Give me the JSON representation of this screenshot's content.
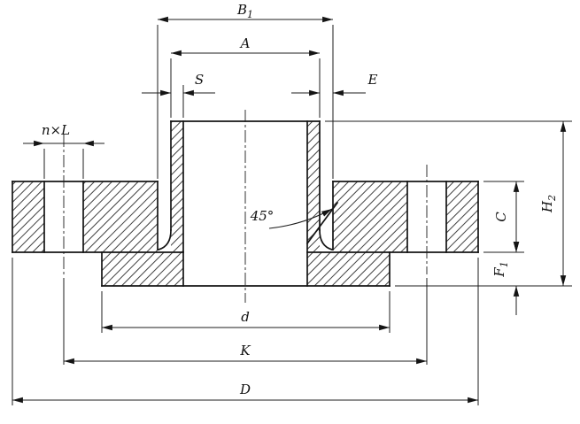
{
  "diagram": {
    "kind": "engineering-drawing",
    "subject": "flange cross-section with dimension callouts",
    "background_color": "#ffffff",
    "line_color": "#1a1a1a",
    "labels": {
      "b1": {
        "base": "B",
        "sub": "1"
      },
      "a": {
        "base": "A"
      },
      "s": {
        "base": "S"
      },
      "e": {
        "base": "E"
      },
      "nxl": {
        "base": "n×L"
      },
      "angle": {
        "base": "45°"
      },
      "c": {
        "base": "C"
      },
      "h2": {
        "base": "H",
        "sub": "2"
      },
      "f1": {
        "base": "F",
        "sub": "1"
      },
      "d_face": {
        "base": "d"
      },
      "k": {
        "base": "K"
      },
      "d_outer": {
        "base": "D"
      }
    }
  }
}
